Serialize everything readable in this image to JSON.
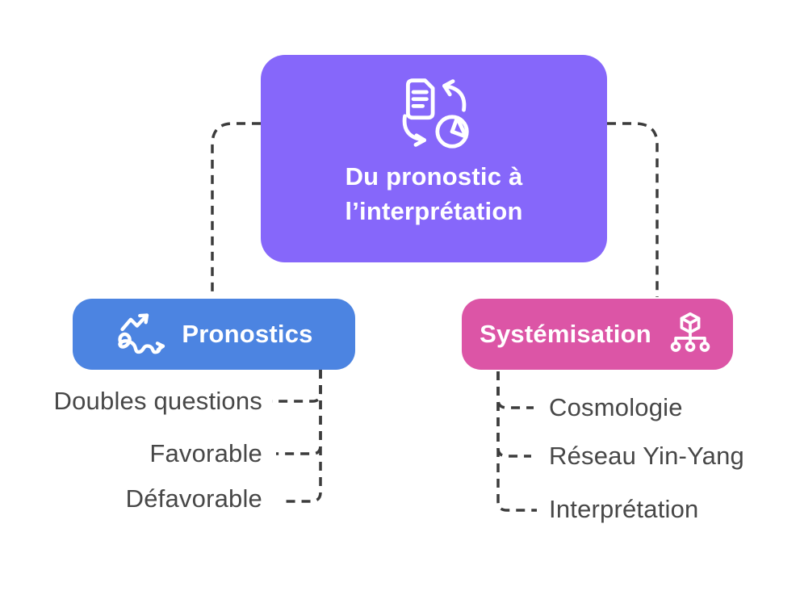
{
  "root": {
    "label": "Du pronostic à l’interprétation",
    "icon": "document-to-chart-icon"
  },
  "branches": [
    {
      "label": "Pronostics",
      "icon": "trend-scribble-icon",
      "color": "#4C84E1",
      "children": [
        {
          "label": "Doubles questions"
        },
        {
          "label": "Favorable"
        },
        {
          "label": "Défavorable"
        }
      ]
    },
    {
      "label": "Systémisation",
      "icon": "cube-network-icon",
      "color": "#DC55A6",
      "children": [
        {
          "label": "Cosmologie"
        },
        {
          "label": "Réseau Yin-Yang"
        },
        {
          "label": "Interprétation"
        }
      ]
    }
  ],
  "colors": {
    "root_node": "#8667FA",
    "branch_left": "#4C84E1",
    "branch_right": "#DC55A6",
    "node_text": "#FFFFFF",
    "leaf_text": "#474747",
    "connector": "#3C3C3C",
    "background": "#FFFFFF"
  }
}
